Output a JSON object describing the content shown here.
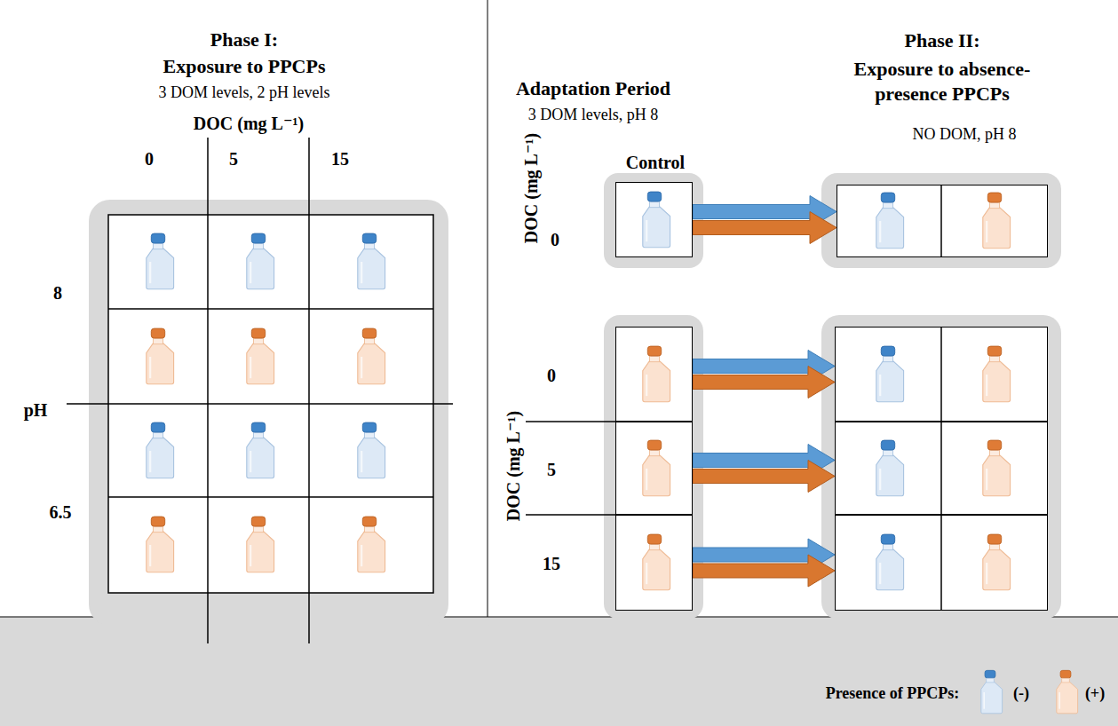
{
  "diagram": {
    "nodes": [
      {
        "text": [
          "Control"
        ]
      },
      {
        "text": [
          "Phase II:",
          "Exposure to absence-presence PPCPs",
          "NO DOM, pH 8"
        ]
      },
      {
        "text": [
          "0"
        ]
      },
      {
        "text": [
          "5"
        ]
      },
      {
        "text": [
          "15"
        ]
      },
      {
        "text": []
      },
      {
        "text": []
      },
      {
        "text": []
      }
    ],
    "edges": [
      {
        "from": 0,
        "to": 1,
        "arrow": "to"
      },
      {
        "from": 0,
        "to": 1,
        "arrow": "to"
      },
      {
        "from": 2,
        "to": 5,
        "arrow": "to"
      },
      {
        "from": 2,
        "to": 5,
        "arrow": "to"
      },
      {
        "from": 3,
        "to": 6,
        "arrow": "to"
      },
      {
        "from": 3,
        "to": 6,
        "arrow": "to"
      },
      {
        "from": 4,
        "to": 7,
        "arrow": "to"
      },
      {
        "from": 4,
        "to": 7,
        "arrow": "to"
      }
    ],
    "labels": [
      "Phase I:",
      "Exposure to PPCPs",
      "3 DOM levels, 2 pH levels",
      "DOC (mg L⁻¹)",
      "0",
      "5",
      "15",
      "8",
      "pH",
      "6.5",
      "Adaptation Period",
      "3 DOM levels, pH 8",
      "DOC (mg L⁻¹)",
      "0",
      "DOC (mg L⁻¹)",
      "Presence of PPCPs:"
    ],
    "legend": [
      {
        "text": "(-)"
      },
      {
        "text": "(+)"
      }
    ]
  }
}
